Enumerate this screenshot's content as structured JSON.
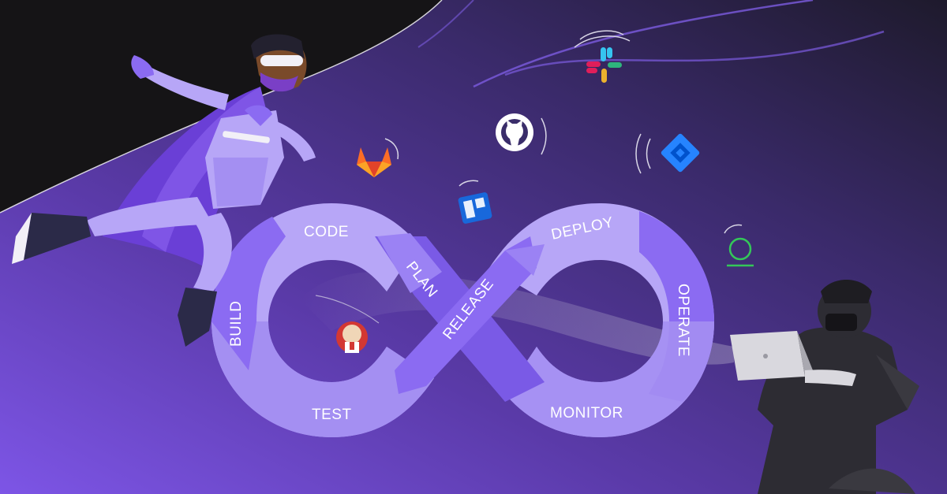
{
  "devops_cycle": {
    "stages": {
      "code": "CODE",
      "build": "BUILD",
      "test": "TEST",
      "plan": "PLAN",
      "release": "RELEASE",
      "deploy": "DEPLOY",
      "operate": "OPERATE",
      "monitor": "MONITOR"
    }
  },
  "tool_icons": [
    "slack-icon",
    "github-icon",
    "gitlab-icon",
    "jira-icon",
    "trello-icon",
    "jenkins-icon",
    "green-circle-icon"
  ],
  "colors": {
    "background_dark": "#151416",
    "purple_accent": "#8B5CF6",
    "loop_fill": "#8B6BF2",
    "loop_light": "#B7A6F7"
  }
}
